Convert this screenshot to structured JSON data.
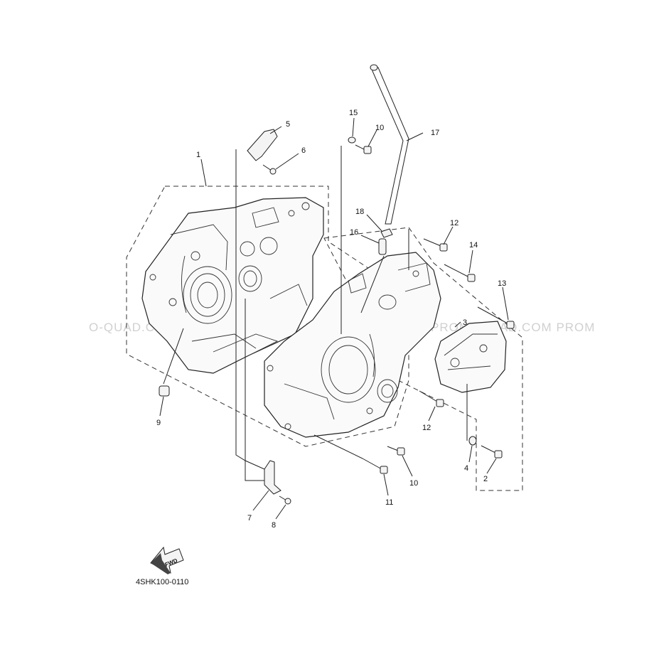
{
  "diagram": {
    "code": "4SHK100-0110",
    "fwd_label": "FWD",
    "watermark": "O-QUAD.COM PROMOQUAD.COM PROMOQUAD.COM PROMOQUAD.COM PROM",
    "callouts": [
      {
        "id": "1",
        "label": "1"
      },
      {
        "id": "2",
        "label": "2"
      },
      {
        "id": "3",
        "label": "3"
      },
      {
        "id": "4",
        "label": "4"
      },
      {
        "id": "5",
        "label": "5"
      },
      {
        "id": "6",
        "label": "6"
      },
      {
        "id": "7",
        "label": "7"
      },
      {
        "id": "8",
        "label": "8"
      },
      {
        "id": "9",
        "label": "9"
      },
      {
        "id": "10a",
        "label": "10"
      },
      {
        "id": "10b",
        "label": "10"
      },
      {
        "id": "11",
        "label": "11"
      },
      {
        "id": "12a",
        "label": "12"
      },
      {
        "id": "12b",
        "label": "12"
      },
      {
        "id": "13",
        "label": "13"
      },
      {
        "id": "14",
        "label": "14"
      },
      {
        "id": "15",
        "label": "15"
      },
      {
        "id": "16",
        "label": "16"
      },
      {
        "id": "17",
        "label": "17"
      },
      {
        "id": "18",
        "label": "18"
      }
    ]
  }
}
